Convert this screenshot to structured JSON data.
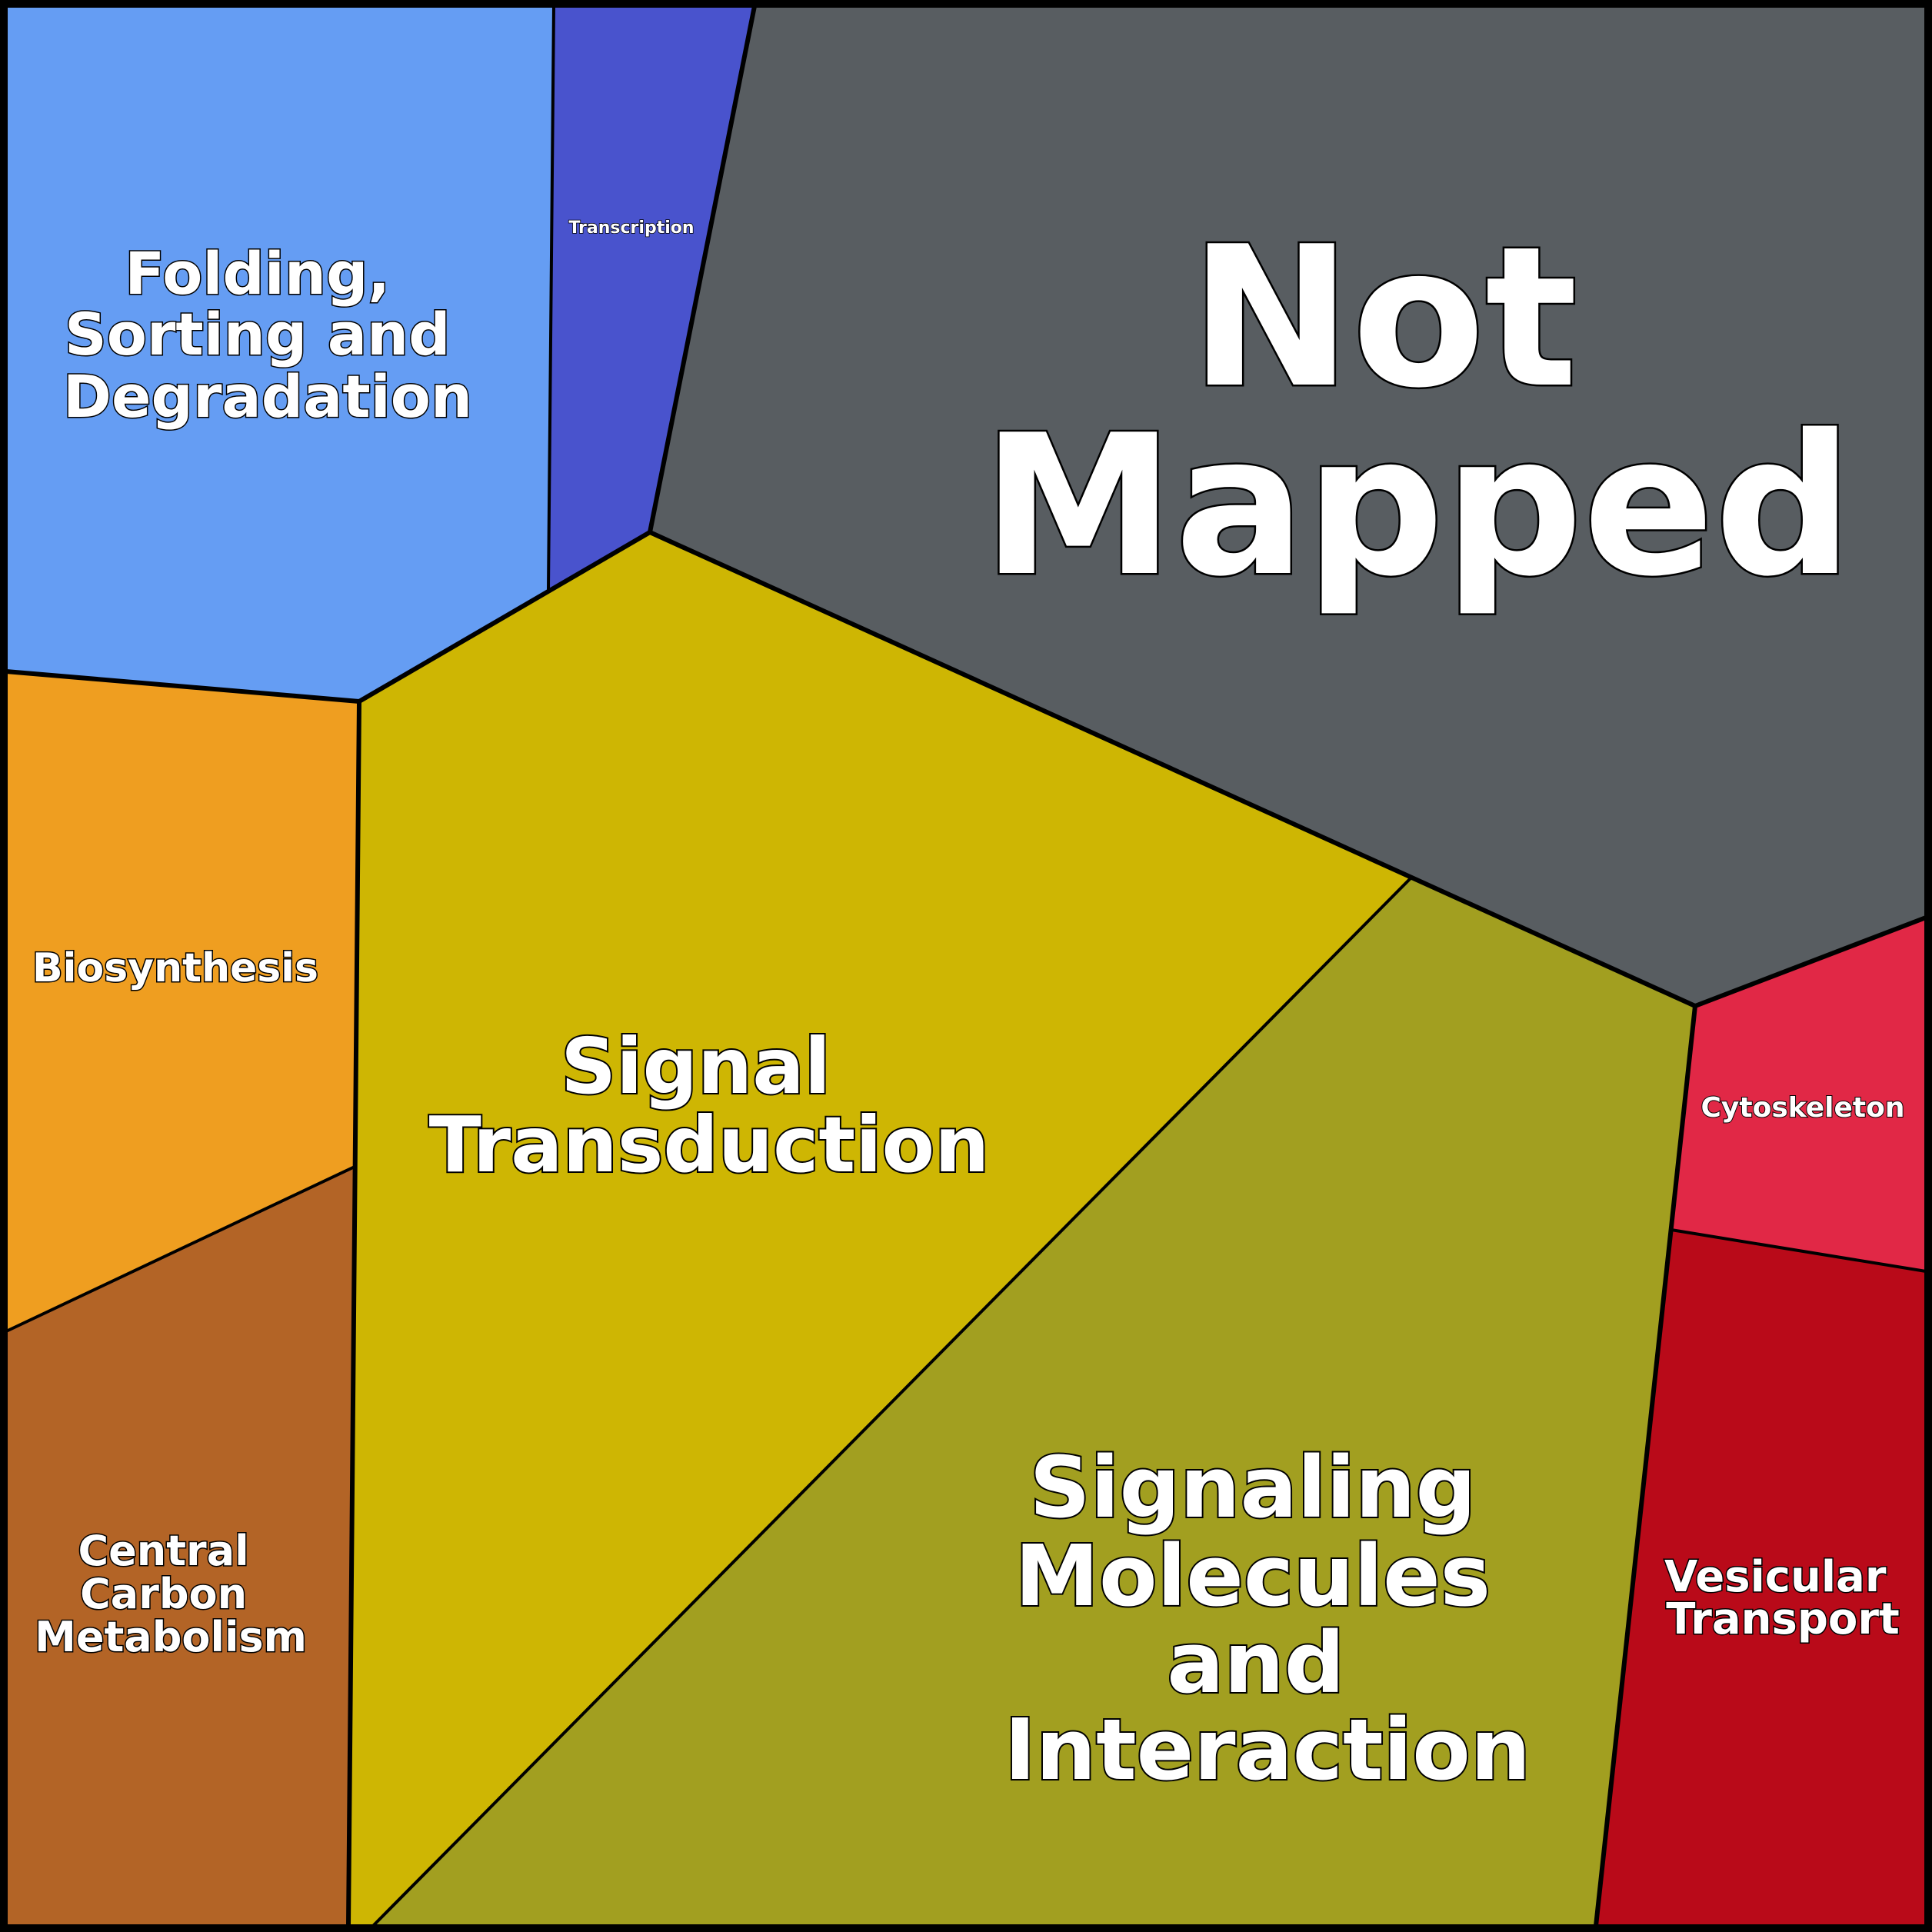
{
  "cells": [
    {
      "id": "folding",
      "label_lines": [
        "Folding,",
        "Sorting and",
        "Degradation"
      ],
      "color": "#659df3"
    },
    {
      "id": "transcription",
      "label_lines": [
        "Transcription"
      ],
      "color": "#4953cd"
    },
    {
      "id": "not-mapped",
      "label_lines": [
        "Not",
        "Mapped"
      ],
      "color": "#585d61"
    },
    {
      "id": "biosynthesis",
      "label_lines": [
        "Biosynthesis"
      ],
      "color": "#ef9e20"
    },
    {
      "id": "signal-transduction",
      "label_lines": [
        "Signal",
        "Transduction"
      ],
      "color": "#ceb603"
    },
    {
      "id": "central-carbon",
      "label_lines": [
        "Central",
        "Carbon",
        "Metabolism"
      ],
      "color": "#b36426"
    },
    {
      "id": "signaling-molecules",
      "label_lines": [
        "Signaling",
        "Molecules",
        "and",
        "Interaction"
      ],
      "color": "#a29f20"
    },
    {
      "id": "cytoskeleton",
      "label_lines": [
        "Cytoskeleton"
      ],
      "color": "#e12846"
    },
    {
      "id": "vesicular",
      "label_lines": [
        "Vesicular",
        "Transport"
      ],
      "color": "#b90a19"
    }
  ]
}
